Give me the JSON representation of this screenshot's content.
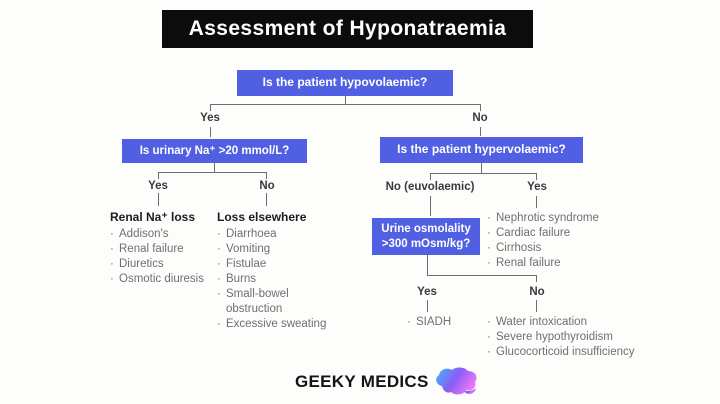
{
  "title": "Assessment of Hyponatraemia",
  "questions": {
    "hypovolaemic": "Is the patient hypovolaemic?",
    "urinary_na": "Is urinary Na⁺ >20 mmol/L?",
    "hypervolaemic": "Is the patient hypervolaemic?",
    "urine_osmolality": "Urine osmolality >300 mOsm/kg?"
  },
  "branches": {
    "hypovolaemic": {
      "yes": "Yes",
      "no": "No"
    },
    "urinary_na": {
      "yes": "Yes",
      "no": "No"
    },
    "hypervolaemic": {
      "no": "No (euvolaemic)",
      "yes": "Yes"
    },
    "urine_osmolality": {
      "yes": "Yes",
      "no": "No"
    }
  },
  "lists": {
    "renal_na_loss": {
      "header": "Renal Na⁺ loss",
      "items": [
        "Addison's",
        "Renal failure",
        "Diuretics",
        "Osmotic diuresis"
      ]
    },
    "loss_elsewhere": {
      "header": "Loss elsewhere",
      "items": [
        "Diarrhoea",
        "Vomiting",
        "Fistulae",
        "Burns",
        "Small-bowel obstruction",
        "Excessive sweating"
      ]
    },
    "hypervolaemic_yes": {
      "items": [
        "Nephrotic syndrome",
        "Cardiac failure",
        "Cirrhosis",
        "Renal failure"
      ]
    },
    "osmolality_yes": {
      "items": [
        "SIADH"
      ]
    },
    "osmolality_no": {
      "items": [
        "Water intoxication",
        "Severe hypothyroidism",
        "Glucocorticoid insufficiency"
      ]
    }
  },
  "logo": {
    "text": "GEEKY MEDICS",
    "icon": "brain-icon"
  },
  "colors": {
    "question_box": "#515fe2",
    "title_box": "#0c0c0c",
    "connector_line": "#6e6e6e",
    "list_text": "#6f6f6f",
    "label_text": "#3a3a3a",
    "brain_gradient_start": "#38bdf8",
    "brain_gradient_mid": "#8b5cf6",
    "brain_gradient_end": "#e879f9"
  }
}
